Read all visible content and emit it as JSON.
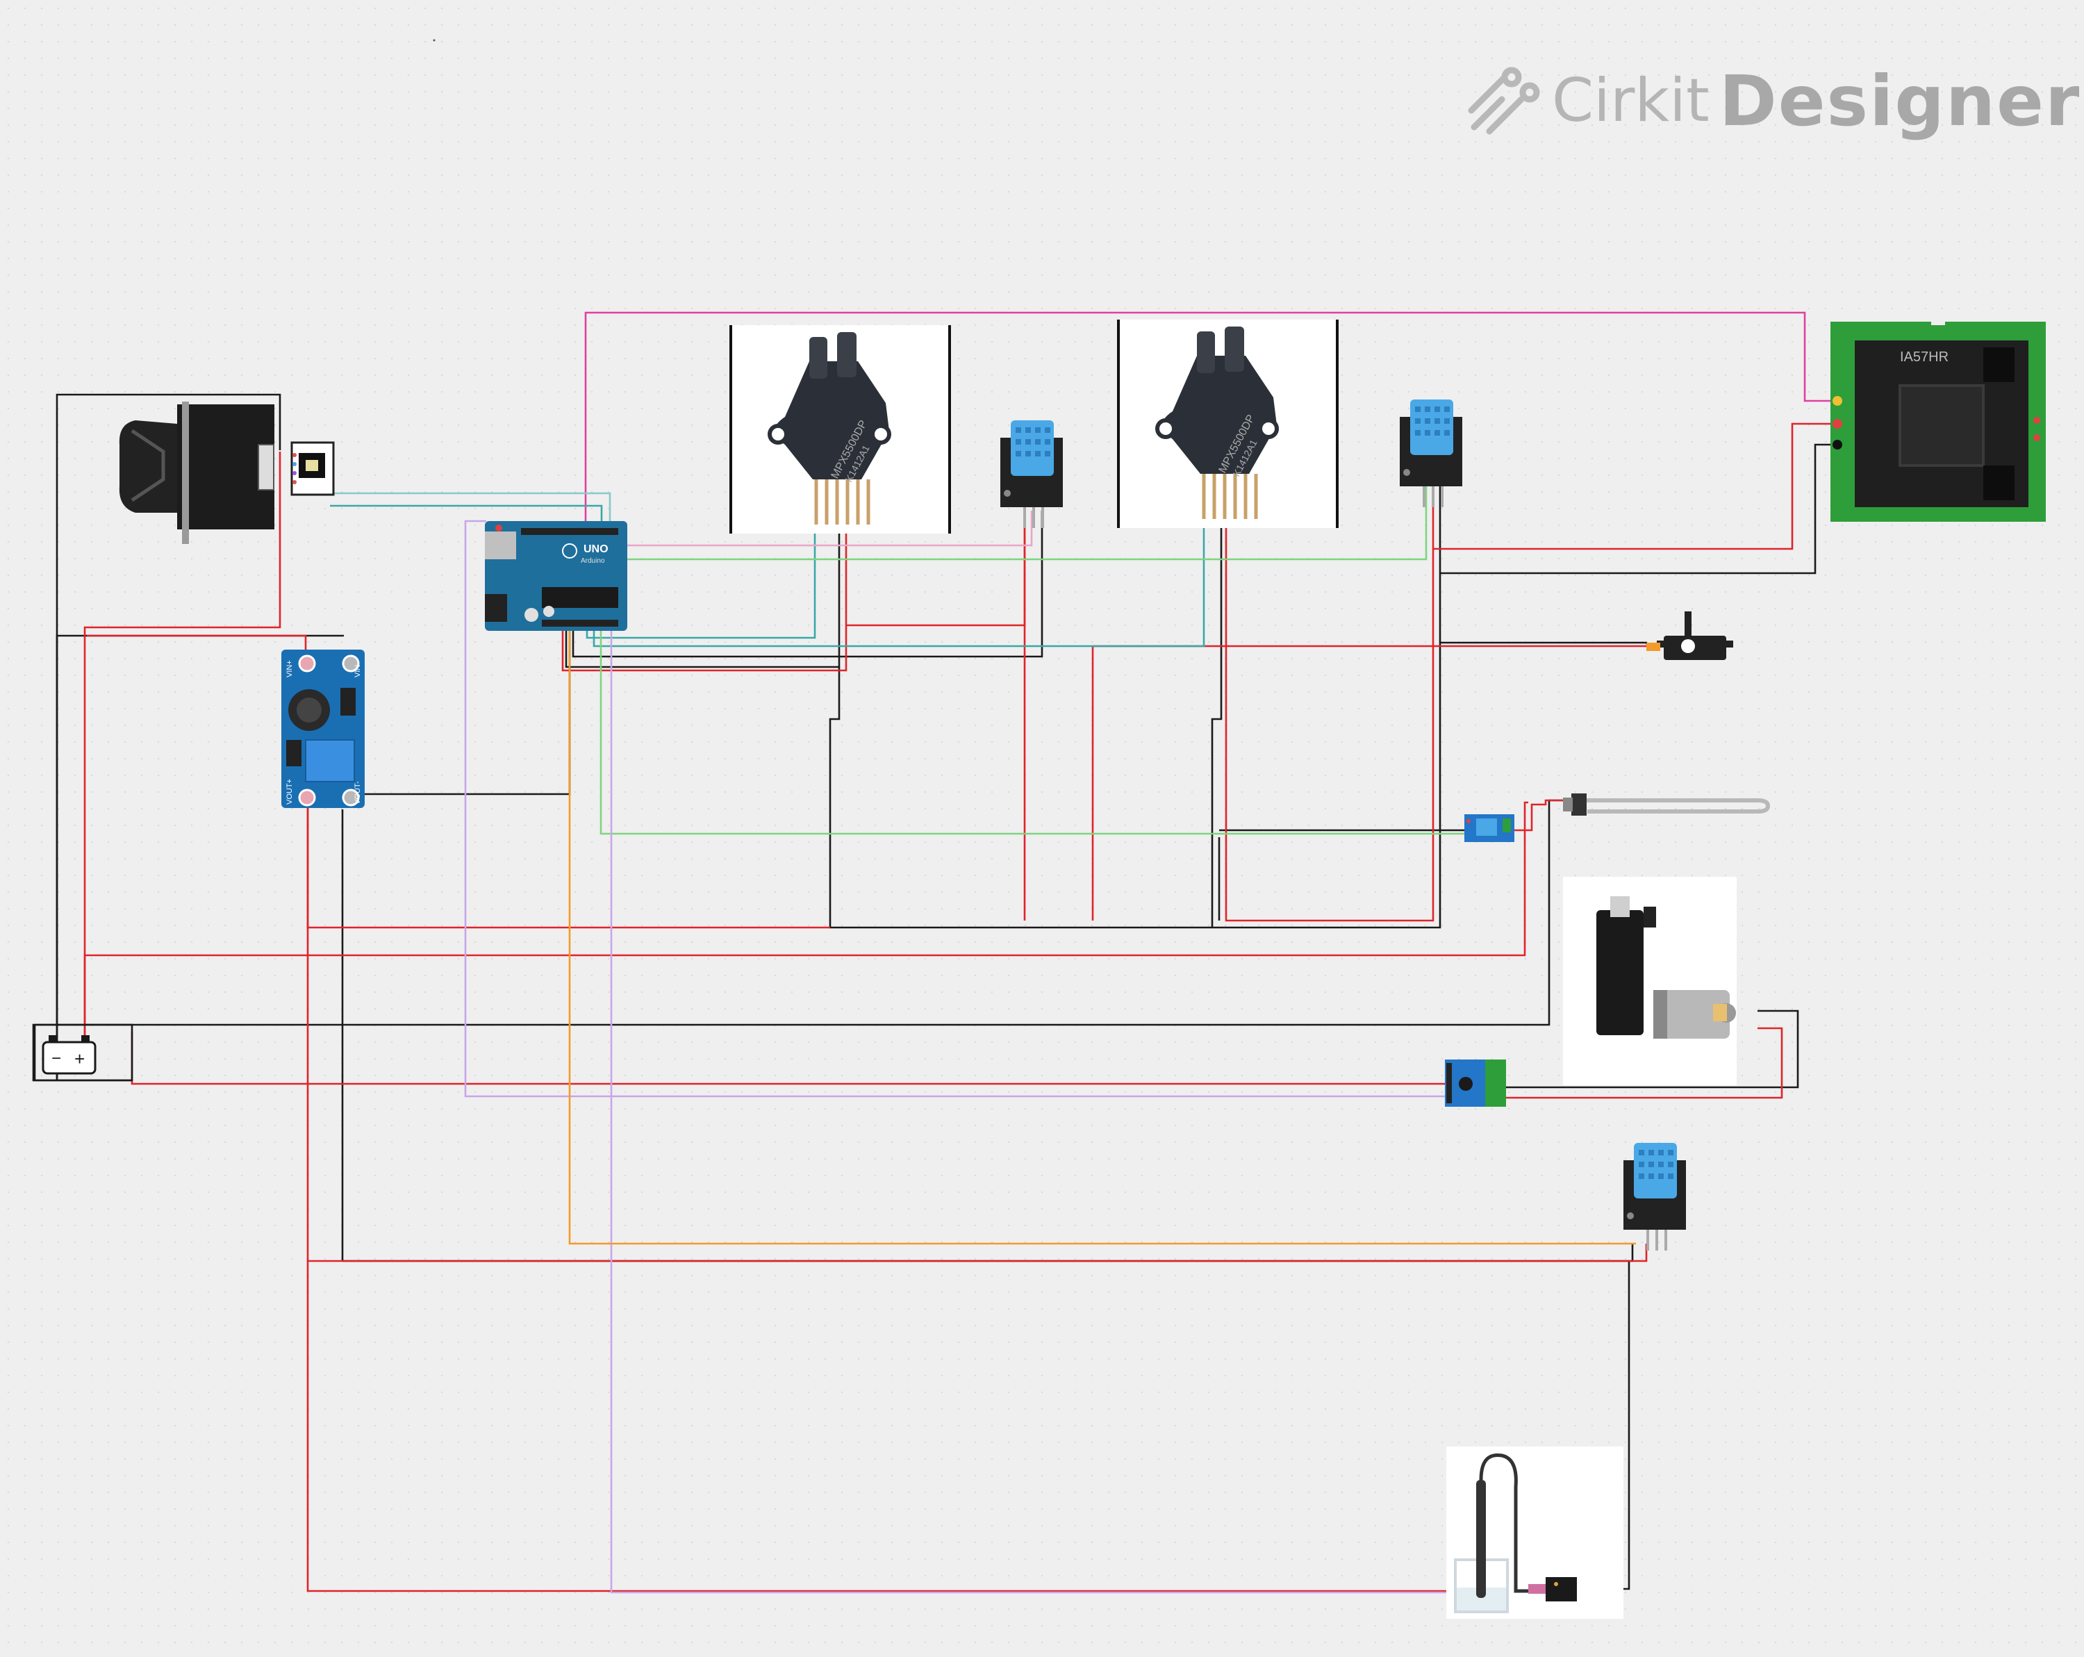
{
  "brand": {
    "name_a": "Cirkit",
    "name_b": "Designer",
    "icon": "cirkit-logo-icon"
  },
  "components": {
    "arduino": {
      "board_label": "UNO",
      "maker_label": "Arduino"
    },
    "pressure_sensor_1": {
      "part_label": "MPX5500DP",
      "code_label": "K1412A1"
    },
    "pressure_sensor_2": {
      "part_label": "MPX5500DP",
      "code_label": "K1412A1"
    },
    "current_sensor": {
      "label": "IA57HR"
    },
    "buck_converter": {
      "vin_plus": "VIN+",
      "vin_minus": "VIN-",
      "vout_plus": "VOUT+",
      "vout_minus": "VOUT-"
    },
    "battery": {
      "minus": "−",
      "plus": "+"
    }
  },
  "colors": {
    "wire_black": "#1a1a1a",
    "wire_red": "#e0242a",
    "wire_green": "#7fd47f",
    "wire_teal": "#3aa7a7",
    "wire_pink": "#e040a0",
    "wire_lavender": "#c8a6e8",
    "wire_orange": "#f39a2b",
    "board_blue": "#1f6f9c",
    "dht_blue": "#4aa8e6",
    "module_green": "#2e9e3a"
  }
}
